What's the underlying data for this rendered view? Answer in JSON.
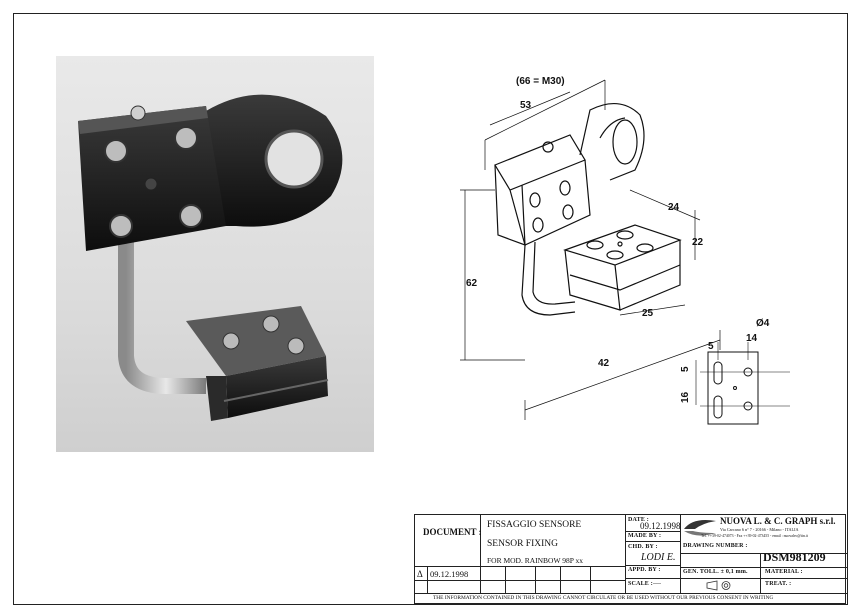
{
  "drawing": {
    "dims": {
      "d66": "(66 = M30)",
      "d53": "53",
      "d62": "62",
      "d24": "24",
      "d22": "22",
      "d25": "25",
      "d42": "42",
      "d5": "5",
      "d14": "14",
      "d4": "Ø4",
      "d5v": "5",
      "d16": "16"
    }
  },
  "titleblock": {
    "document_label": "DOCUMENT :",
    "title_it": "FISSAGGIO SENSORE",
    "title_en": "SENSOR FIXING",
    "title_model": "FOR MOD. RAINBOW 98P xx",
    "revision_symbol": "Δ",
    "revision_date": "09.12.1998",
    "date_label": "DATE :",
    "date_value": "09.12.1998",
    "made_by_label": "MADE BY :",
    "chd_by_label": "CHD. BY :",
    "chd_by_value": "LODI E.",
    "appd_by_label": "APPD. BY :",
    "scale_label": "SCALE :",
    "scale_value": "----",
    "company_name": "NUOVA L. & C. GRAPH s.r.l.",
    "company_address": "Via Carcano 6 n° 7 - 20166 - Milano - ITALIA",
    "company_contact": "Tel. ++39-02-474073 - Fax ++39-02-473455 - email : nuovalec@tin.it",
    "drawing_number_label": "DRAWING NUMBER :",
    "drawing_number": "DSM981209",
    "gen_toll_label": "GEN. TOLL. ± 0,1 mm.",
    "material_label": "MATERIAL :",
    "treat_label": "TREAT. :",
    "disclaimer": "THE INFORMATION CONTAINED IN THIS DRAWING CANNOT CIRCULATE OR BE USED WITHOUT OUR PREVIOUS CONSENT IN WRITING"
  }
}
